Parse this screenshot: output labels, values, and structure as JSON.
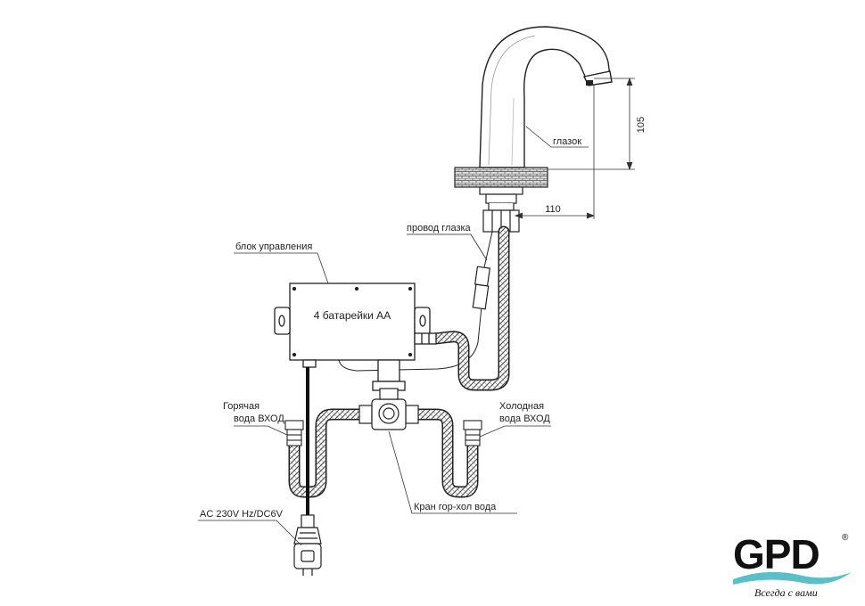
{
  "labels": {
    "eye": "глазок",
    "eye_wire": "провод глазка",
    "control_unit": "блок управления",
    "batteries": "4 батарейки АА",
    "hot_line1": "Горячая",
    "hot_line2": "вода ВХОД",
    "cold_line1": "Холодная",
    "cold_line2": "вода ВХОД",
    "mixer_valve": "Кран гор-хол вода",
    "power": "AC 230V Hz/DC6V"
  },
  "dimensions": {
    "height": "105",
    "reach": "110"
  },
  "logo": {
    "brand": "GPD",
    "registered": "®",
    "slogan": "Всегда с вами",
    "brand_color": "#111111",
    "wave_color": "#5bbfc7"
  }
}
